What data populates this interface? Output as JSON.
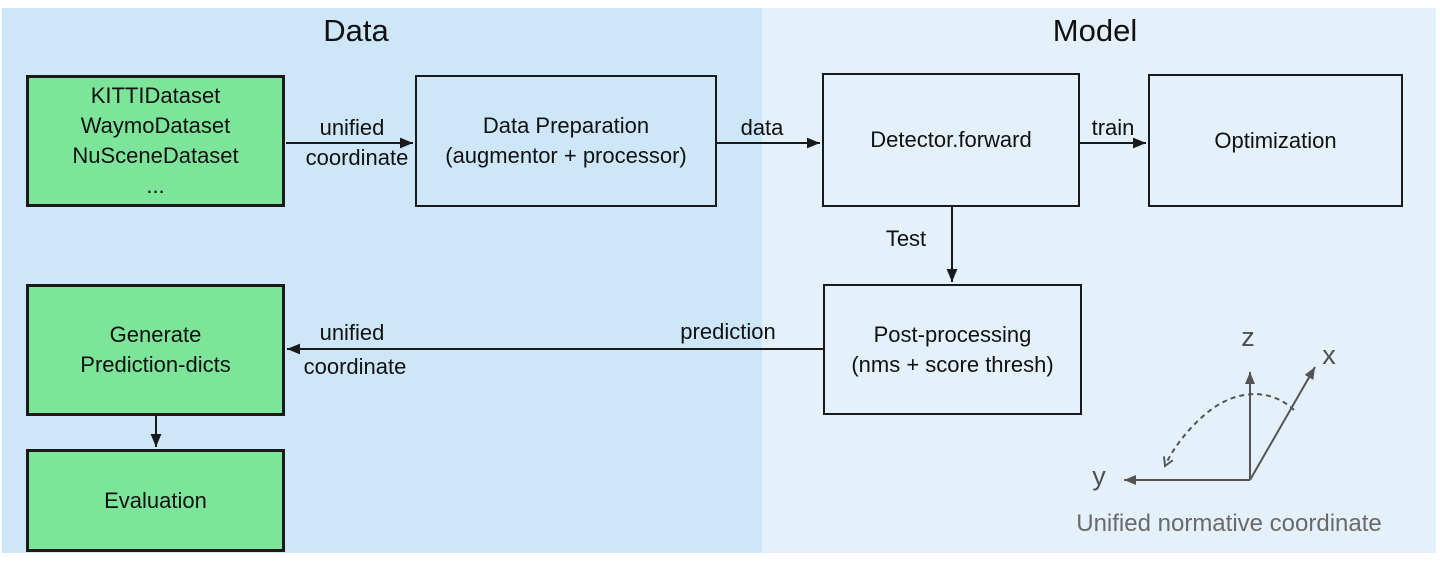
{
  "sections": {
    "data": {
      "title": "Data"
    },
    "model": {
      "title": "Model"
    }
  },
  "boxes": {
    "datasets": {
      "lines": [
        "KITTIDataset",
        "WaymoDataset",
        "NuSceneDataset",
        "..."
      ]
    },
    "data_preparation": {
      "line1": "Data Preparation",
      "line2": "(augmentor + processor)"
    },
    "detector_forward": {
      "line1": "Detector.forward"
    },
    "optimization": {
      "line1": "Optimization"
    },
    "post_processing": {
      "line1": "Post-processing",
      "line2": "(nms + score thresh)"
    },
    "generate_prediction_dicts": {
      "line1": "Generate",
      "line2": "Prediction-dicts"
    },
    "evaluation": {
      "line1": "Evaluation"
    }
  },
  "edge_labels": {
    "unified_coordinate_in": {
      "line1": "unified",
      "line2": "coordinate"
    },
    "data": "data",
    "train": "train",
    "test": "Test",
    "prediction": "prediction",
    "unified_coordinate_out": {
      "line1": "unified",
      "line2": "coordinate"
    }
  },
  "coordinate_figure": {
    "axes": {
      "z": "z",
      "x": "x",
      "y": "y"
    },
    "caption": "Unified normative coordinate"
  },
  "colors": {
    "data_section_bg": "#cde7f9",
    "model_section_bg": "#e4f1fb",
    "dataset_box_fill": "#7ce599",
    "box_border": "#1a1a1a",
    "axis_gray": "#545454",
    "caption_gray": "#6a6a6a"
  }
}
